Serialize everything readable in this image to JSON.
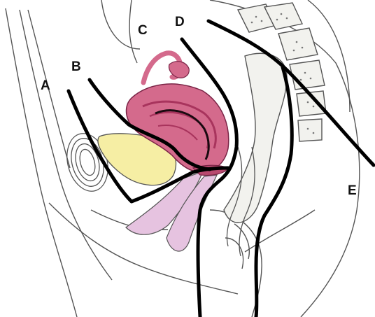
{
  "diagram": {
    "labels": {
      "a": "A",
      "b": "B",
      "c": "C",
      "d": "D",
      "e": "E"
    }
  },
  "colors": {
    "background": "#ffffff",
    "outline": "#555555",
    "cut_line": "#000000",
    "uterus": "#d46a8c",
    "uterus_dark": "#a8345d",
    "bladder": "#f6eea4",
    "vagina": "#e6c3e0",
    "spine_fill": "#f2f2ee"
  }
}
